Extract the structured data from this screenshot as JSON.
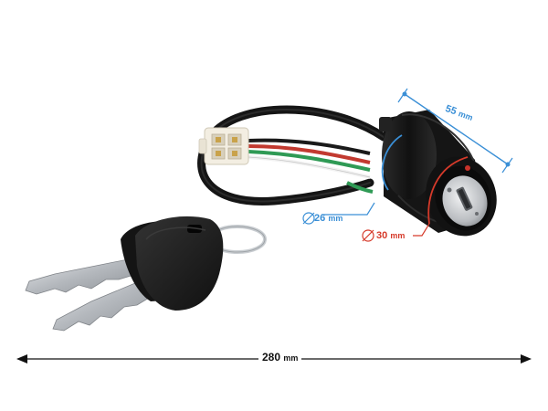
{
  "dimensions": {
    "total_length": {
      "value": "280",
      "unit": "mm"
    },
    "switch_length": {
      "value": "55",
      "unit": "mm"
    },
    "inner_diameter": {
      "symbol": "⌀",
      "value": "26",
      "unit": "mm"
    },
    "outer_diameter": {
      "symbol": "⌀",
      "value": "30",
      "unit": "mm"
    }
  },
  "colors": {
    "dimension_blue": "#3a8fd6",
    "dimension_red": "#d63a2a",
    "switch_body": "#1a1a1a",
    "key_blade": "#b9bdc2",
    "connector": "#f3eee2"
  }
}
